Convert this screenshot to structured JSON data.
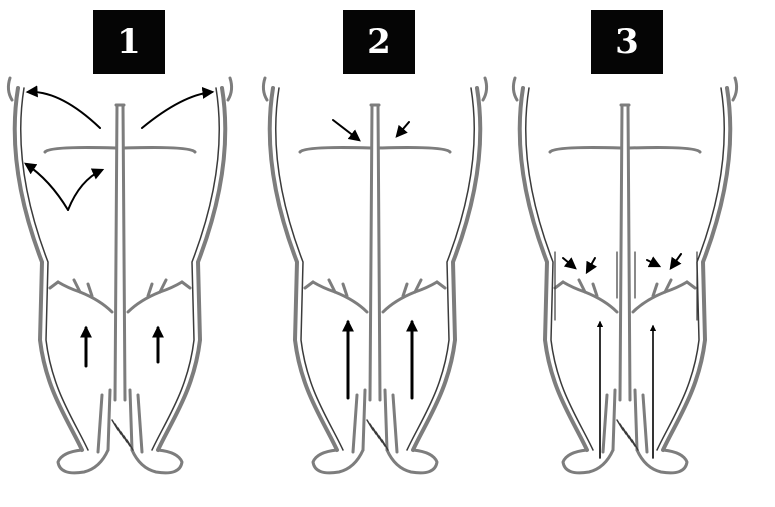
{
  "panels": [
    {
      "label": "1"
    },
    {
      "label": "2"
    },
    {
      "label": "3"
    }
  ],
  "colors": {
    "outline": "#7d7d7d",
    "outline_dark": "#3b3b3b",
    "arrow": "#000000",
    "label_bg": "#050505",
    "label_text": "#ffffff"
  }
}
